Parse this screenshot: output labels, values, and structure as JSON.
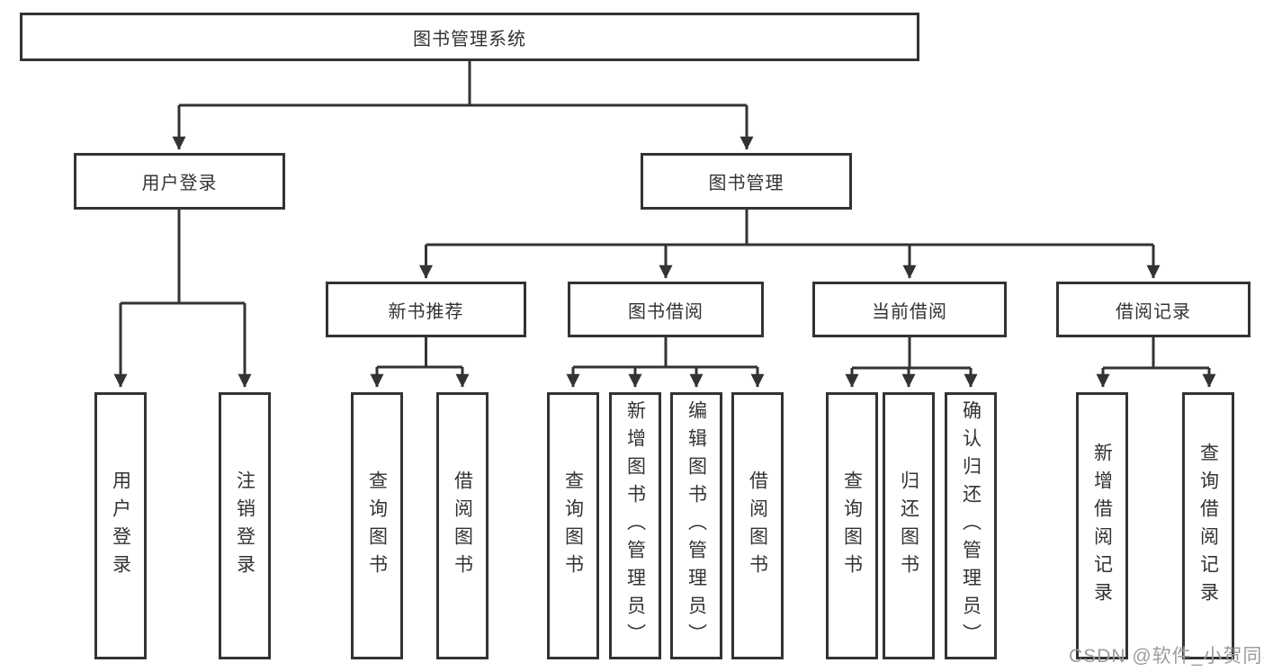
{
  "diagram": {
    "title": "图书管理系统",
    "level1": [
      {
        "label": "用户登录"
      },
      {
        "label": "图书管理"
      }
    ],
    "level2": [
      {
        "label": "新书推荐"
      },
      {
        "label": "图书借阅"
      },
      {
        "label": "当前借阅"
      },
      {
        "label": "借阅记录"
      }
    ],
    "leaf_groups": [
      {
        "parent": "用户登录",
        "items": [
          "用户登录",
          "注销登录"
        ]
      },
      {
        "parent": "新书推荐",
        "items": [
          "查询图书",
          "借阅图书"
        ]
      },
      {
        "parent": "图书借阅",
        "items": [
          "查询图书",
          "新增图书（管理员）",
          "编辑图书（管理员）",
          "借阅图书"
        ]
      },
      {
        "parent": "当前借阅",
        "items": [
          "查询图书",
          "归还图书",
          "确认归还（管理员）"
        ]
      },
      {
        "parent": "借阅记录",
        "items": [
          "新增借阅记录",
          "查询借阅记录"
        ]
      }
    ]
  },
  "watermark": {
    "text": "CSDN @软件_小贺同学"
  },
  "colors": {
    "line": "#333333",
    "text": "#333333",
    "watermark": "#9c9c9c",
    "background": "#ffffff"
  }
}
